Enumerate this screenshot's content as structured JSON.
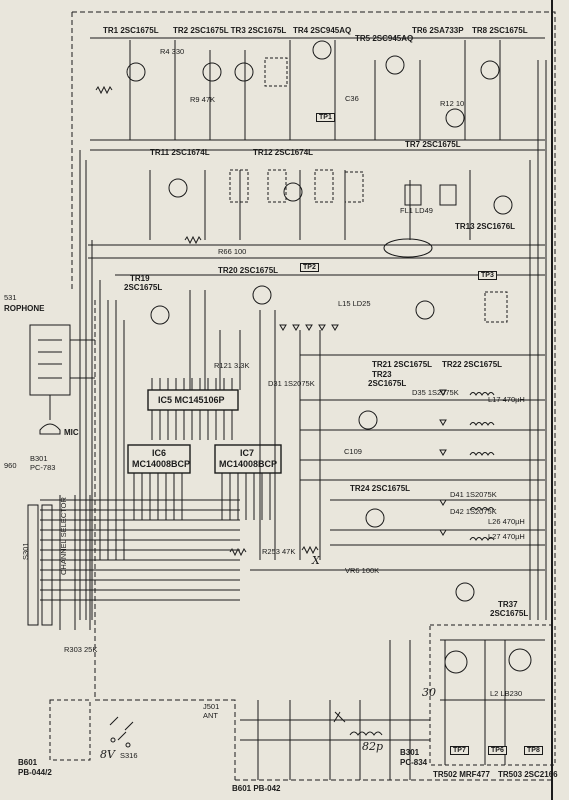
{
  "transistors": {
    "tr1": "TR1 2SC1675L",
    "tr2_3": "TR2 2SC1675L TR3 2SC1675L",
    "tr4": "TR4 2SC945AQ",
    "tr5": "TR5 2SC945AQ",
    "tr6": "TR6 2SA733P",
    "tr8": "TR8 2SC1675L",
    "tr7": "TR7 2SC1675L",
    "tr11": "TR11 2SC1674L",
    "tr12": "TR12 2SC1674L",
    "tr13": "TR13 2SC1676L",
    "tr19_a": "TR19",
    "tr19_b": "2SC1675L",
    "tr20": "TR20 2SC1675L",
    "tr21": "TR21 2SC1675L",
    "tr22": "TR22 2SC1675L",
    "tr23_a": "TR23",
    "tr23_b": "2SC1675L",
    "tr24": "TR24 2SC1675L",
    "tr37_a": "TR37",
    "tr37_b": "2SC1675L",
    "tr502": "TR502 MRF477",
    "tr503": "TR503 2SC2166"
  },
  "ics": {
    "ic5": "IC5  MC145106P",
    "ic6_a": "IC6",
    "ic6_b": "MC14008BCP",
    "ic7_a": "IC7",
    "ic7_b": "MC14008BCP"
  },
  "test_points": [
    "TP1",
    "TP2",
    "TP3",
    "TP7",
    "TP6",
    "TP8"
  ],
  "connectors": {
    "microphone": "ROPHONE",
    "mic": "MIC",
    "p531": "531",
    "b301": "B301",
    "pc783": "PC-783",
    "p960": "960",
    "channel_selector": "CHANNEL SELECTOR",
    "b601": "B601",
    "pb044": "PB-044/2",
    "b601_bottom": "B601 PB-042",
    "b301_pc834_a": "B301",
    "b301_pc834_b": "PC-834",
    "j501": "J501",
    "ant": "ANT"
  },
  "components": {
    "r4": "R4 330",
    "r9": "R9 47K",
    "r66": "R66 100",
    "r12": "R12 10",
    "c36": "C36",
    "d31": "D31 1S2075K",
    "d35": "D35 1S2075K",
    "d41": "D41 1S2075K",
    "d42": "D42 1S2075K",
    "l17": "L17 470µH",
    "l26": "L26 470µH",
    "l27": "L27 470µH",
    "fl1": "FL1 LD49",
    "l15": "L15 LD25",
    "l2": "L2 LB230",
    "vr6": "VR6 100K",
    "r253": "R253 47K",
    "r303": "R303 25K",
    "s301": "S301",
    "s316": "S316",
    "r121": "R121 3.3K",
    "c109": "C109"
  },
  "handwritten": {
    "cap_82p": "82p",
    "volts_8v": "8V",
    "cap_30": "30",
    "note_x": "X"
  }
}
